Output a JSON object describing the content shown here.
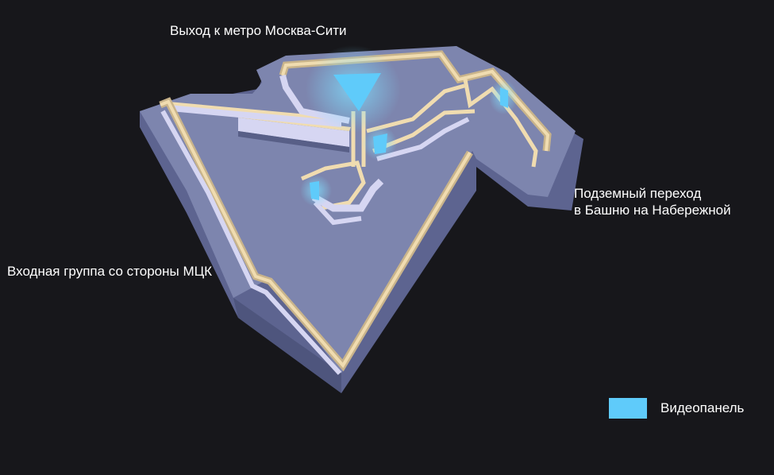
{
  "labels": {
    "metro_exit": "Выход к метро Москва-Сити",
    "mck_entrance": "Входная группа со стороны МЦК",
    "tunnel_line1": "Подземный переход",
    "tunnel_line2": "в Башню на Набережной"
  },
  "legend": {
    "label": "Видеопанель",
    "swatch_color": "#5fcbfa"
  },
  "colors": {
    "background": "#17171b",
    "floor": "#7d85ae",
    "floor_side": "#5d6490",
    "wall_top": "#f0dcb0",
    "wall_face": "#c9b48b",
    "wall_inner": "#d6d6f2",
    "video_panel": "#5fcbfa"
  }
}
